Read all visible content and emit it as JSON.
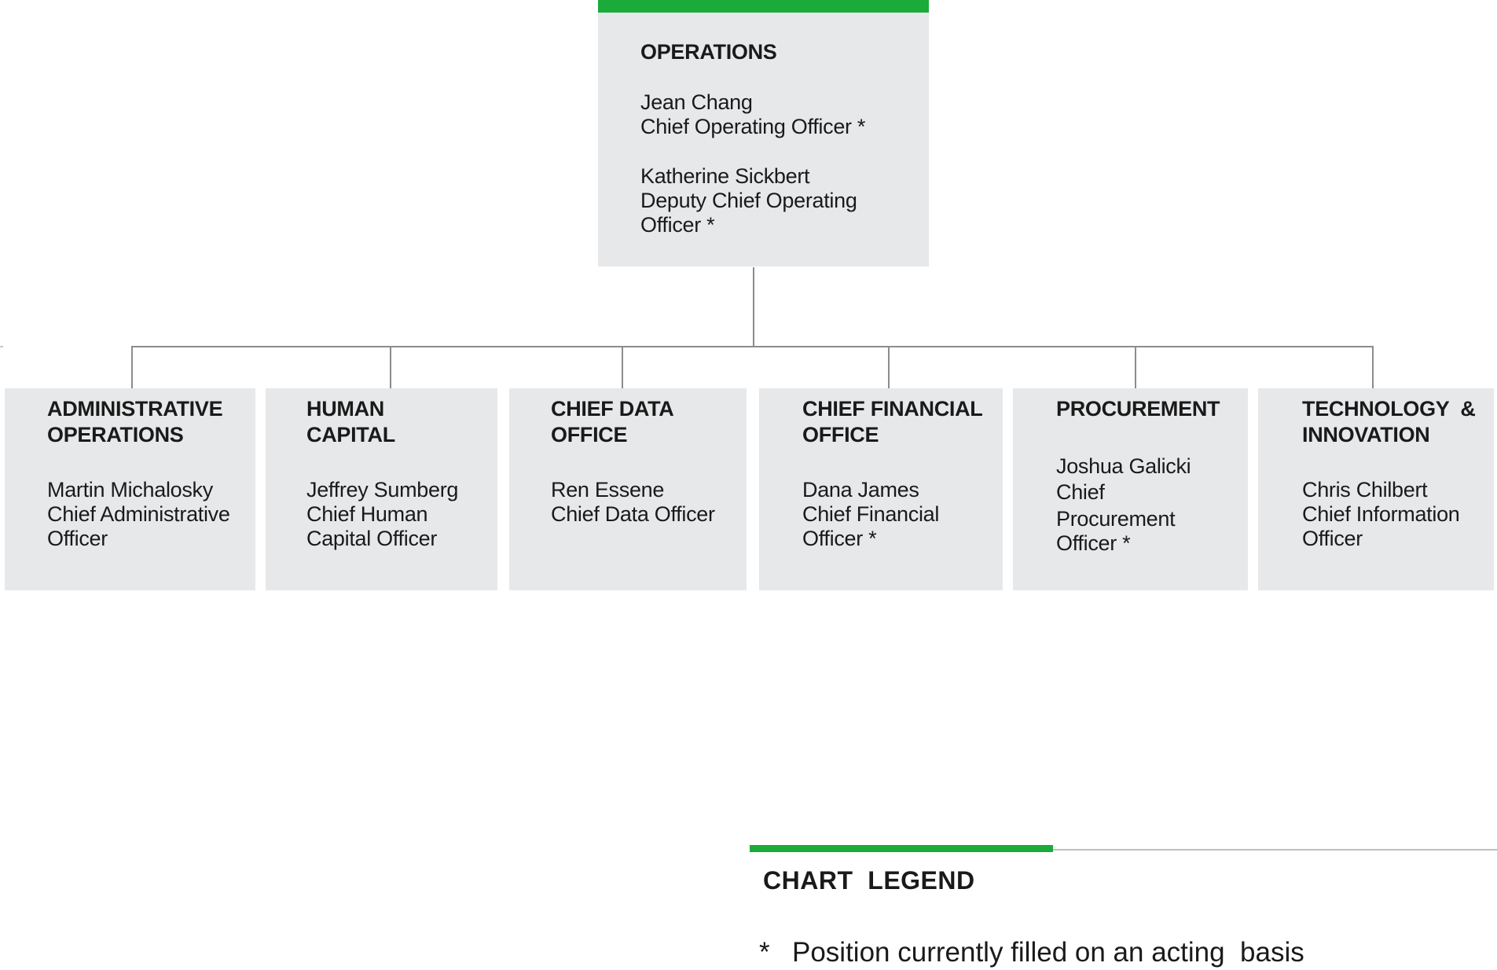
{
  "top": {
    "title": "OPERATIONS",
    "person1_name": "Jean Chang",
    "person1_role": "Chief Operating Officer *",
    "person2_name": "Katherine Sickbert",
    "person2_role_line1": "Deputy Chief Operating",
    "person2_role_line2": "Officer *"
  },
  "departments": [
    {
      "title_line1": "ADMINISTRATIVE",
      "title_line2": "OPERATIONS",
      "name": "Martin Michalosky",
      "role_line1": "Chief Administrative",
      "role_line2": "Officer"
    },
    {
      "title_line1": "HUMAN",
      "title_line2": "CAPITAL",
      "name": "Jeffrey Sumberg",
      "role_line1": "Chief Human",
      "role_line2": "Capital Officer"
    },
    {
      "title_line1": "CHIEF DATA",
      "title_line2": "OFFICE",
      "name": "Ren Essene",
      "role_line1": "Chief Data Officer",
      "role_line2": ""
    },
    {
      "title_line1": "CHIEF FINANCIAL",
      "title_line2": "OFFICE",
      "name": "Dana James",
      "role_line1": "Chief Financial",
      "role_line2": "Officer *"
    },
    {
      "title_line1": "PROCUREMENT",
      "name": "Joshua Galicki",
      "role_line1": "Chief",
      "role_line2": "Procurement",
      "role_line3": "Officer *"
    },
    {
      "title_line1": "TECHNOLOGY  &",
      "title_line2": "INNOVATION",
      "name": "Chris Chilbert",
      "role_line1": "Chief Information",
      "role_line2": "Officer"
    }
  ],
  "legend": {
    "title": "CHART  LEGEND",
    "star": "*",
    "item": "Position currently filled on an acting  basis"
  },
  "colors": {
    "accent": "#1aab3b",
    "box_bg": "#e7e8e9",
    "connector": "#8c8c8c"
  }
}
